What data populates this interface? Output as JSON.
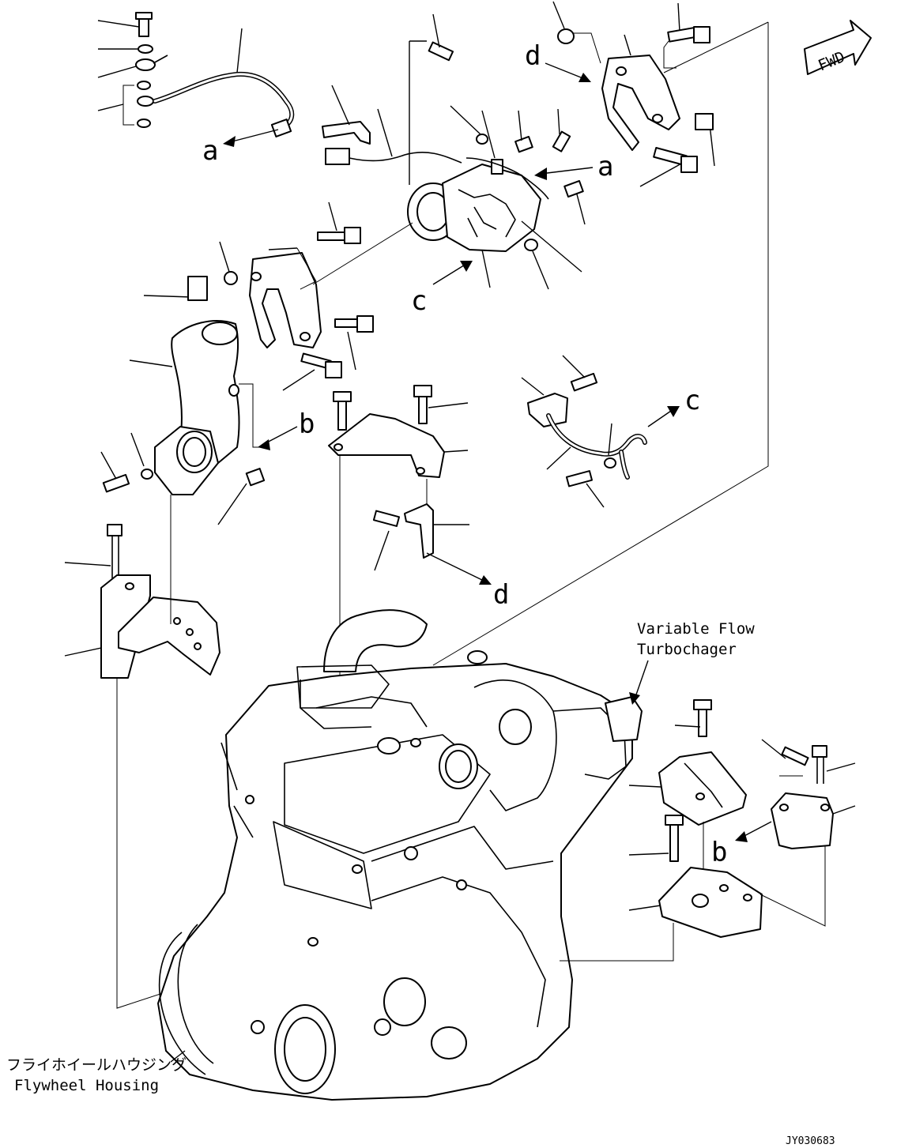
{
  "callouts": {
    "a1": "a",
    "a2": "a",
    "b1": "b",
    "b2": "b",
    "c1": "c",
    "c2": "c",
    "d1": "d",
    "d2": "d"
  },
  "labels": {
    "variable_flow_line1": "Variable Flow",
    "variable_flow_line2": "Turbochager",
    "flywheel_jp": "フライホイールハウジング",
    "flywheel_en": "Flywheel Housing"
  },
  "fwd_label": "FWD",
  "doc_id": "JY030683"
}
